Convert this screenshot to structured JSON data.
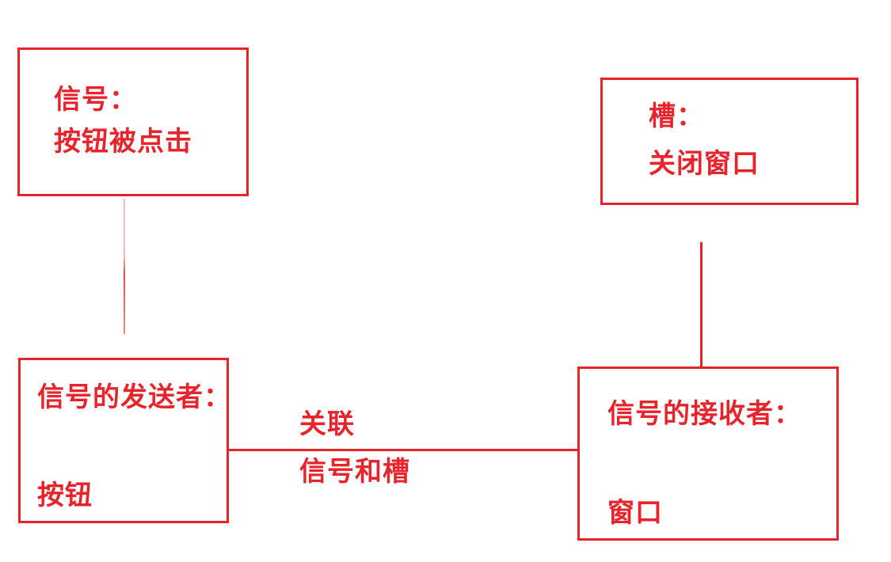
{
  "diagram": {
    "title_hint": "signal-slot-connection-diagram",
    "colors": {
      "accent": "#e7242c",
      "connector_light_top": "#f6b9bc",
      "connector_light_bottom": "#e9494f",
      "background": "#ffffff"
    },
    "boxes": {
      "signal": {
        "line1": "信号：",
        "line2": "按钮被点击"
      },
      "slot": {
        "line1": "槽：",
        "line2": "关闭窗口"
      },
      "sender": {
        "line1": "信号的发送者：",
        "line2": "按钮"
      },
      "receiver": {
        "line1": "信号的接收者：",
        "line2": "窗口"
      }
    },
    "connection_label": {
      "line1": "关联",
      "line2": "信号和槽"
    }
  }
}
